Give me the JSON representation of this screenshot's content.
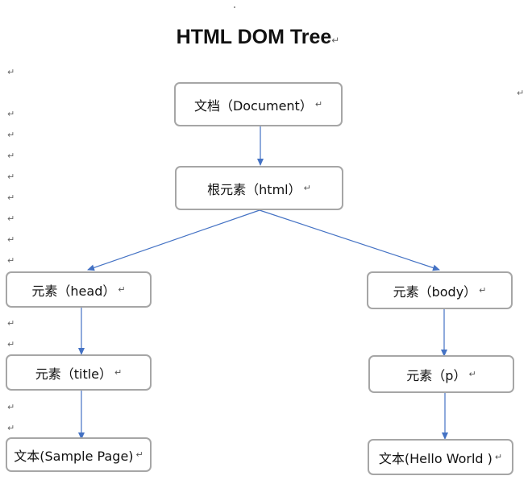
{
  "title": "HTML DOM Tree",
  "paragraph_mark": "↵",
  "nodes": {
    "document": "文档（Document）",
    "html": "根元素（html）",
    "head": "元素（head）",
    "body": "元素（body）",
    "title_el": "元素（title）",
    "p": "元素（p）",
    "text_sample": "文本(Sample Page)",
    "text_hello": "文本(Hello World  )"
  },
  "colors": {
    "arrow": "#4472c4",
    "node_border": "#a6a6a6"
  }
}
